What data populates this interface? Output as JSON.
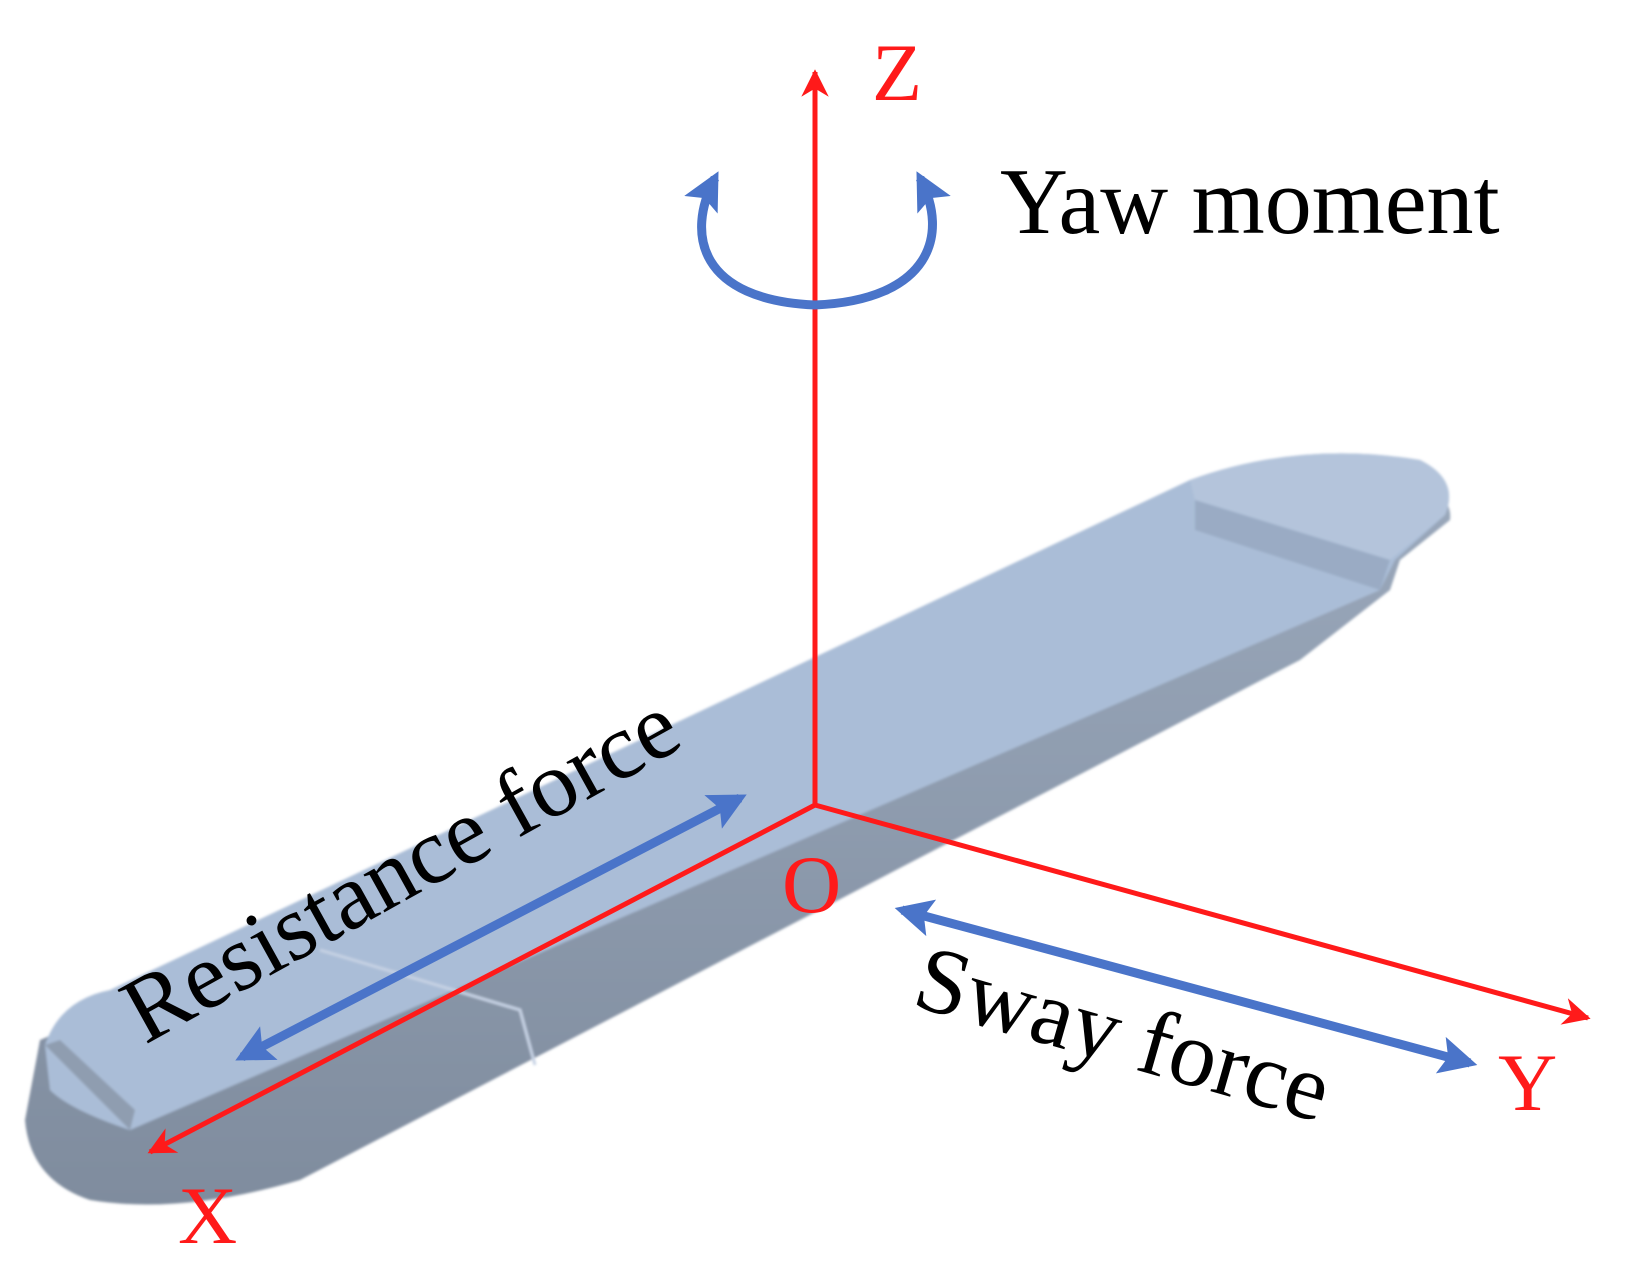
{
  "axes": {
    "x_label": "X",
    "y_label": "Y",
    "z_label": "Z",
    "origin_label": "O"
  },
  "forces": {
    "yaw": "Yaw moment",
    "resistance": "Resistance force",
    "sway": "Sway force"
  },
  "colors": {
    "axis": "#ff1a1a",
    "force": "#4a74c9",
    "hull_deck": "#a9bbd5",
    "hull_side": "#8b99ac",
    "text": "#000000"
  }
}
